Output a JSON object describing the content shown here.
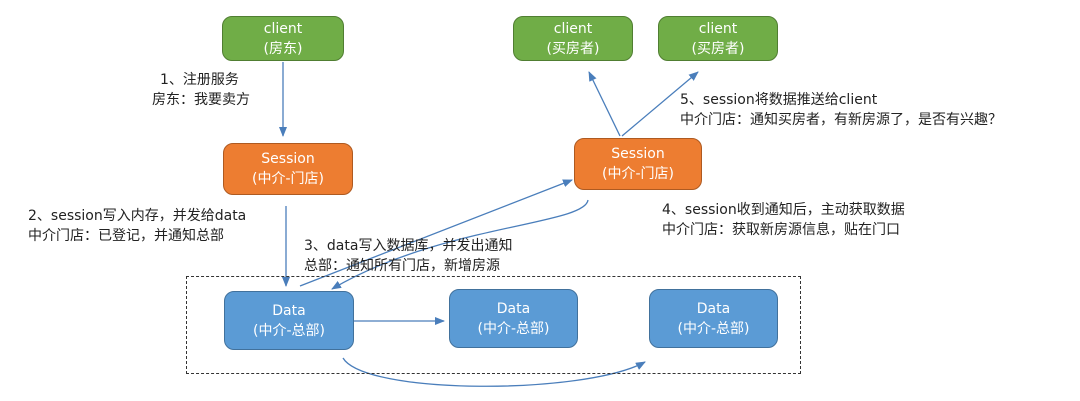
{
  "colors": {
    "client": "#70ad47",
    "session": "#ed7d31",
    "data": "#5b9bd5",
    "arrow": "#4a7ebb"
  },
  "nodes": {
    "client_landlord": {
      "title": "client",
      "subtitle": "(房东)"
    },
    "client_buyer_1": {
      "title": "client",
      "subtitle": "(买房者)"
    },
    "client_buyer_2": {
      "title": "client",
      "subtitle": "(买房者)"
    },
    "session_left": {
      "title": "Session",
      "subtitle": "(中介-门店)"
    },
    "session_right": {
      "title": "Session",
      "subtitle": "(中介-门店)"
    },
    "data_1": {
      "title": "Data",
      "subtitle": "(中介-总部)"
    },
    "data_2": {
      "title": "Data",
      "subtitle": "(中介-总部)"
    },
    "data_3": {
      "title": "Data",
      "subtitle": "(中介-总部)"
    }
  },
  "notes": {
    "step1": {
      "line1": "1、注册服务",
      "line2": "房东：我要卖方"
    },
    "step2": {
      "line1": "2、session写入内存，并发给data",
      "line2": "中介门店：已登记，并通知总部"
    },
    "step3": {
      "line1": "3、data写入数据库，并发出通知",
      "line2": "总部：通知所有门店，新增房源"
    },
    "step4": {
      "line1": "4、session收到通知后，主动获取数据",
      "line2": "中介门店：获取新房源信息，贴在门口"
    },
    "step5": {
      "line1": "5、session将数据推送给client",
      "line2": "中介门店：通知买房者，有新房源了，是否有兴趣？"
    }
  }
}
